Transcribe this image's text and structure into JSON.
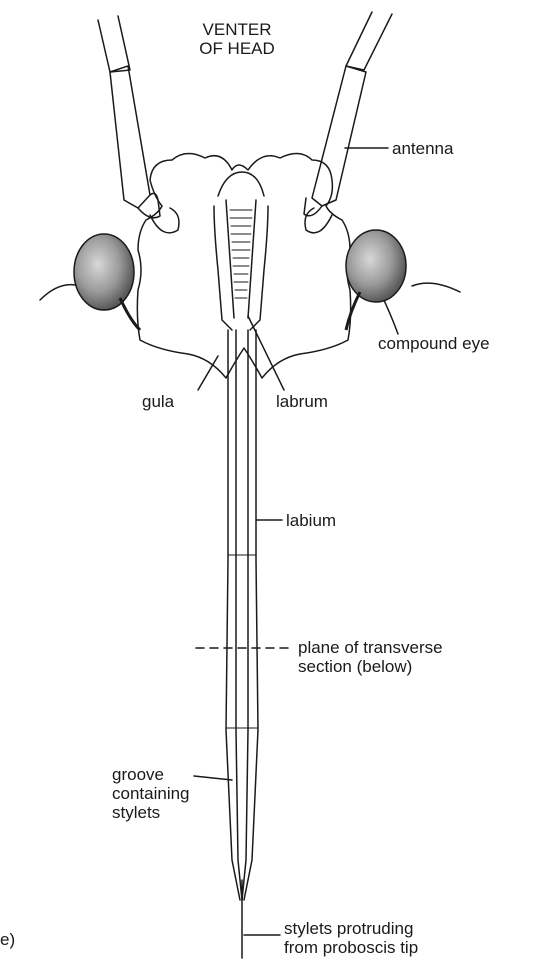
{
  "title": [
    "VENTER",
    "OF HEAD"
  ],
  "labels": {
    "antenna": "antenna",
    "compound_eye": "compound eye",
    "gula": "gula",
    "labrum": "labrum",
    "labium": "labium",
    "plane": [
      "plane of transverse",
      "section (below)"
    ],
    "groove": [
      "groove",
      "containing",
      "stylets"
    ],
    "stylets": [
      "stylets protruding",
      "from proboscis tip"
    ],
    "panel_marker": "e)"
  },
  "colors": {
    "ink": "#1a1a1a",
    "eye_shade": "#9a9a9a",
    "background": "#ffffff"
  }
}
